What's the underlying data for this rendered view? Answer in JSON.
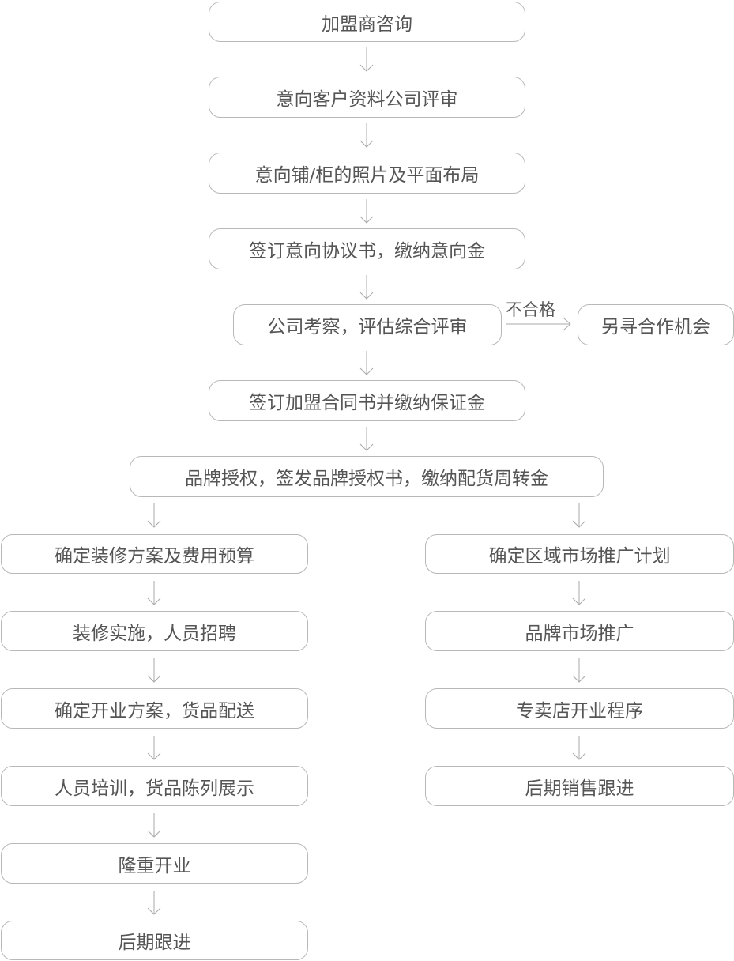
{
  "main_steps": [
    "加盟商咨询",
    "意向客户资料公司评审",
    "意向铺/柜的照片及平面布局",
    "签订意向协议书，缴纳意向金",
    "公司考察，评估综合评审",
    "签订加盟合同书并缴纳保证金",
    "品牌授权，签发品牌授权书，缴纳配货周转金"
  ],
  "reject_branch": {
    "label": "不合格",
    "target": "另寻合作机会"
  },
  "left_branch": [
    "确定装修方案及费用预算",
    "装修实施，人员招聘",
    "确定开业方案，货品配送",
    "人员培训，货品陈列展示",
    "隆重开业",
    "后期跟进"
  ],
  "right_branch": [
    "确定区域市场推广计划",
    "品牌市场推广",
    "专卖店开业程序",
    "后期销售跟进"
  ]
}
